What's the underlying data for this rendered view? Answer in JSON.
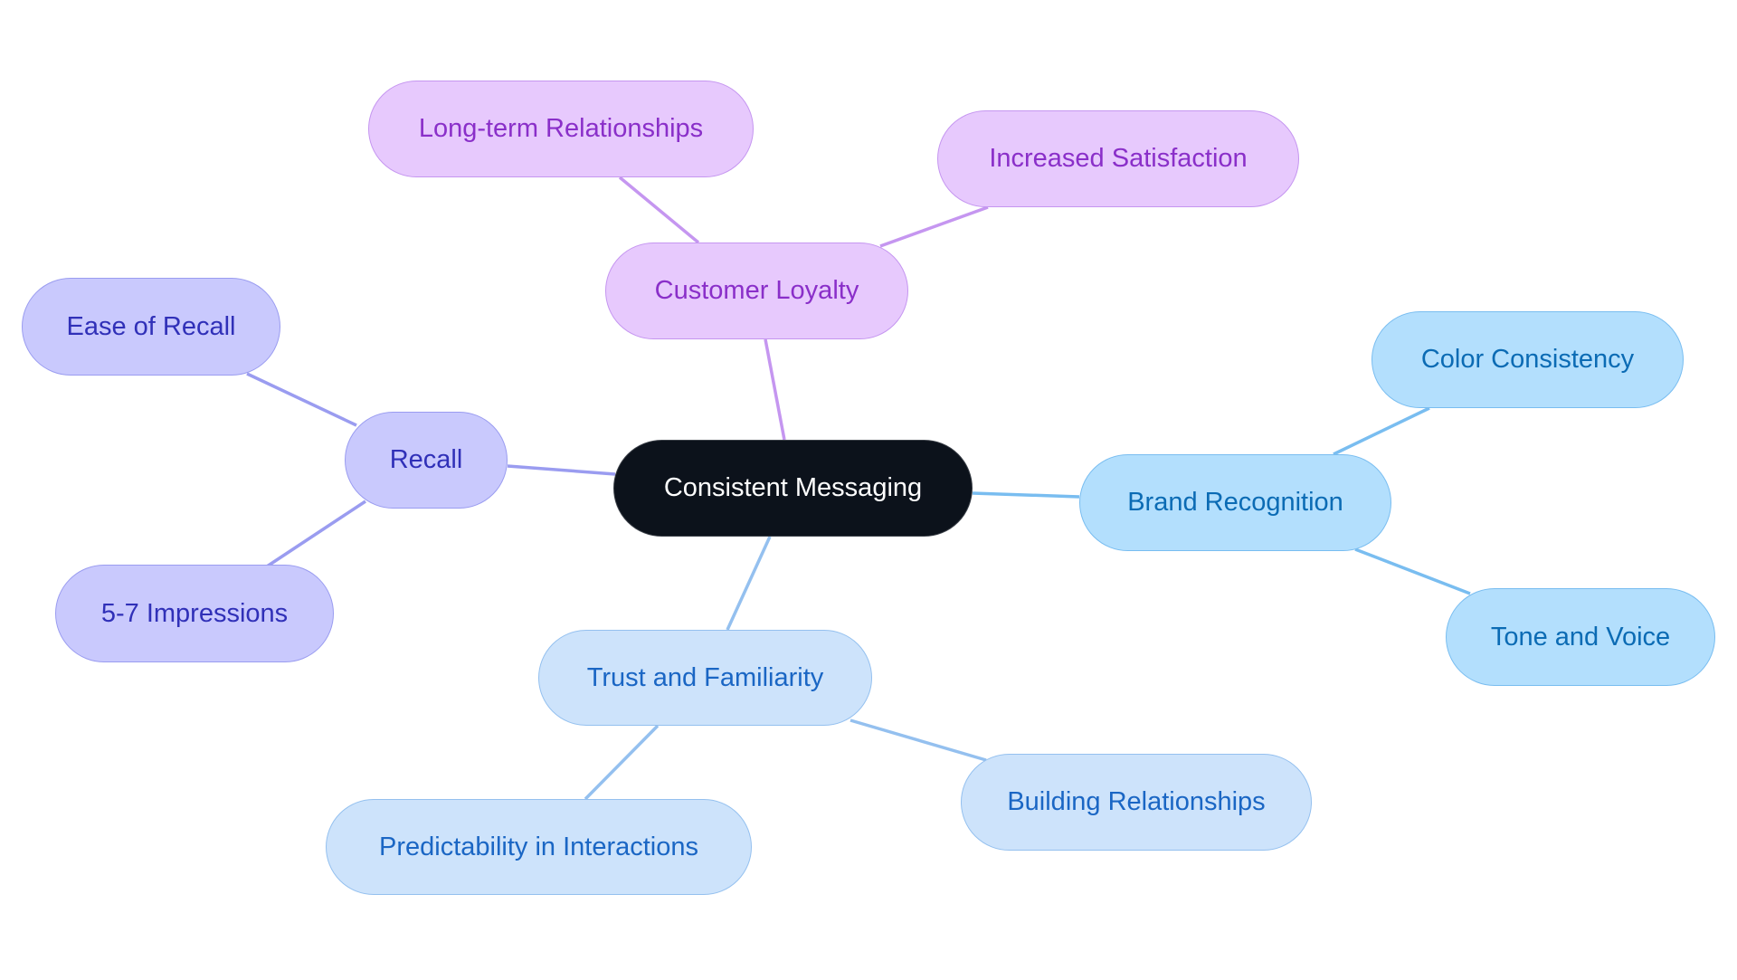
{
  "diagram": {
    "type": "mind-map",
    "root": {
      "id": "center",
      "label": "Consistent Messaging"
    },
    "branches": [
      {
        "id": "loyalty",
        "label": "Customer Loyalty",
        "color": "#c596f0",
        "children": [
          {
            "id": "longterm",
            "label": "Long-term Relationships"
          },
          {
            "id": "satisfaction",
            "label": "Increased Satisfaction"
          }
        ]
      },
      {
        "id": "recall",
        "label": "Recall",
        "color": "#9a9cf0",
        "children": [
          {
            "id": "ease",
            "label": "Ease of Recall"
          },
          {
            "id": "impressions",
            "label": "5-7 Impressions"
          }
        ]
      },
      {
        "id": "brand",
        "label": "Brand Recognition",
        "color": "#79bdf0",
        "children": [
          {
            "id": "color",
            "label": "Color Consistency"
          },
          {
            "id": "tone",
            "label": "Tone and Voice"
          }
        ]
      },
      {
        "id": "trust",
        "label": "Trust and Familiarity",
        "color": "#94c0ef",
        "children": [
          {
            "id": "predict",
            "label": "Predictability in Interactions"
          },
          {
            "id": "building",
            "label": "Building Relationships"
          }
        ]
      }
    ]
  }
}
